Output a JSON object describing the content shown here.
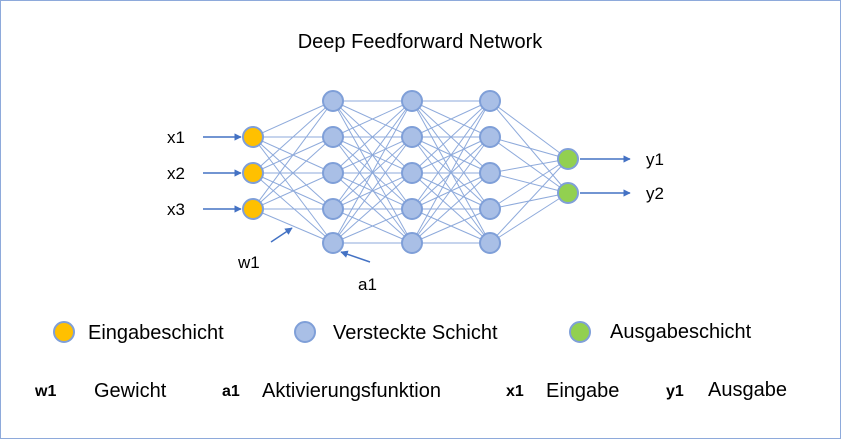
{
  "title": "Deep Feedforward Network",
  "colors": {
    "input": "#ffc000",
    "hidden": "#a9bfe6",
    "output": "#92d050",
    "node_stroke": "#7f9fd8",
    "edge": "#8eaadb",
    "arrow": "#4472c4"
  },
  "network": {
    "layers": [
      {
        "type": "input",
        "nodes": 3
      },
      {
        "type": "hidden",
        "nodes": 5
      },
      {
        "type": "hidden",
        "nodes": 5
      },
      {
        "type": "hidden",
        "nodes": 5
      },
      {
        "type": "output",
        "nodes": 2
      }
    ],
    "inputs": [
      "x1",
      "x2",
      "x3"
    ],
    "outputs": [
      "y1",
      "y2"
    ],
    "annotations": {
      "weight": "w1",
      "activation": "a1"
    }
  },
  "legend": [
    {
      "type": "input",
      "label": "Eingabeschicht"
    },
    {
      "type": "hidden",
      "label": "Versteckte Schicht"
    },
    {
      "type": "output",
      "label": "Ausgabeschicht"
    }
  ],
  "glossary": [
    {
      "symbol": "w1",
      "label": "Gewicht"
    },
    {
      "symbol": "a1",
      "label": "Aktivierungsfunktion"
    },
    {
      "symbol": "x1",
      "label": "Eingabe"
    },
    {
      "symbol": "y1",
      "label": "Ausgabe"
    }
  ]
}
